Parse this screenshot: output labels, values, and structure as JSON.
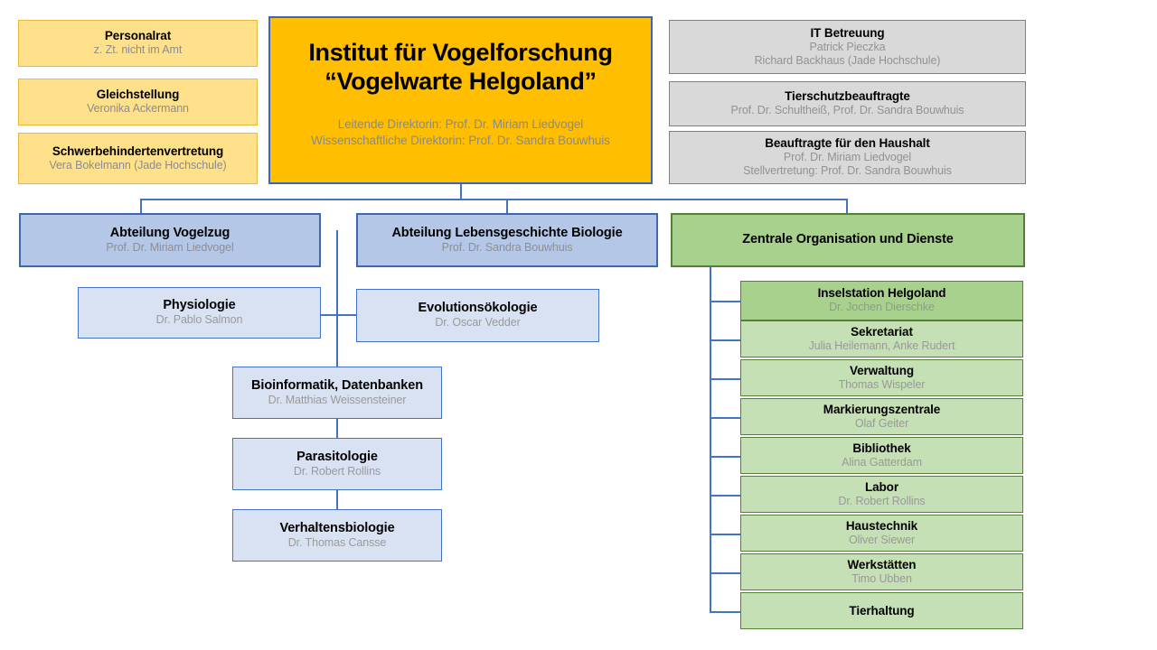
{
  "chart_data": {
    "type": "diagram",
    "title": "Organigramm Institut für Vogelforschung \"Vogelwarte Helgoland\"",
    "layout": "organizational-chart"
  },
  "root": {
    "title_line1": "Institut für Vogelforschung",
    "title_line2": "“Vogelwarte Helgoland”",
    "sub_line1": "Leitende Direktorin: Prof. Dr. Miriam Liedvogel",
    "sub_line2": "Wissenschaftliche Direktorin: Prof. Dr. Sandra Bouwhuis"
  },
  "left_column": [
    {
      "title": "Personalrat",
      "sub": "z. Zt. nicht im Amt"
    },
    {
      "title": "Gleichstellung",
      "sub": "Veronika Ackermann"
    },
    {
      "title": "Schwerbehindertenvertretung",
      "sub": "Vera Bokelmann (Jade Hochschule)"
    }
  ],
  "right_column": [
    {
      "title": "IT Betreuung",
      "sub": "Patrick Pieczka",
      "sub2": "Richard Backhaus (Jade Hochschule)"
    },
    {
      "title": "Tierschutzbeauftragte",
      "sub": "Prof. Dr. Schultheiß, Prof. Dr. Sandra Bouwhuis",
      "sub2": ""
    },
    {
      "title": "Beauftragte für den Haushalt",
      "sub": "Prof. Dr. Miriam Liedvogel",
      "sub2": "Stellvertretung: Prof. Dr. Sandra Bouwhuis"
    }
  ],
  "departments": [
    {
      "title": "Abteilung Vogelzug",
      "sub": "Prof. Dr. Miriam Liedvogel"
    },
    {
      "title": "Abteilung Lebensgeschichte Biologie",
      "sub": "Prof. Dr. Sandra Bouwhuis"
    }
  ],
  "subunits": [
    {
      "title": "Physiologie",
      "sub": "Dr. Pablo Salmon"
    },
    {
      "title": "Evolutionsökologie",
      "sub": "Dr. Oscar Vedder"
    },
    {
      "title": "Bioinformatik, Datenbanken",
      "sub": "Dr. Matthias Weissensteiner"
    },
    {
      "title": "Parasitologie",
      "sub": "Dr. Robert Rollins"
    },
    {
      "title": "Verhaltensbiologie",
      "sub": "Dr. Thomas Cansse"
    }
  ],
  "services": {
    "header": {
      "title": "Zentrale Organisation und Dienste",
      "sub": ""
    },
    "items": [
      {
        "title": "Inselstation Helgoland",
        "sub": "Dr. Jochen Dierschke"
      },
      {
        "title": "Sekretariat",
        "sub": "Julia Heilemann, Anke Rudert"
      },
      {
        "title": "Verwaltung",
        "sub": "Thomas Wispeler"
      },
      {
        "title": "Markierungszentrale",
        "sub": "Olaf Geiter"
      },
      {
        "title": "Bibliothek",
        "sub": "Alina Gatterdam"
      },
      {
        "title": "Labor",
        "sub": "Dr. Robert Rollins"
      },
      {
        "title": "Haustechnik",
        "sub": "Oliver Siewer"
      },
      {
        "title": "Werkstätten",
        "sub": "Timo Ubben"
      },
      {
        "title": "Tierhaltung",
        "sub": ""
      }
    ]
  },
  "colors": {
    "orange": "#FFBF00",
    "yellow": "#FFE18C",
    "yellow_border": "#E8B93B",
    "gray": "#D9D9D9",
    "gray_border": "#808080",
    "blue_dark": "#B4C7E7",
    "blue_light": "#D9E2F3",
    "blue_border": "#4472C4",
    "green_dark": "#A9D18E",
    "green_light": "#C5E0B4",
    "green_border": "#548235"
  }
}
